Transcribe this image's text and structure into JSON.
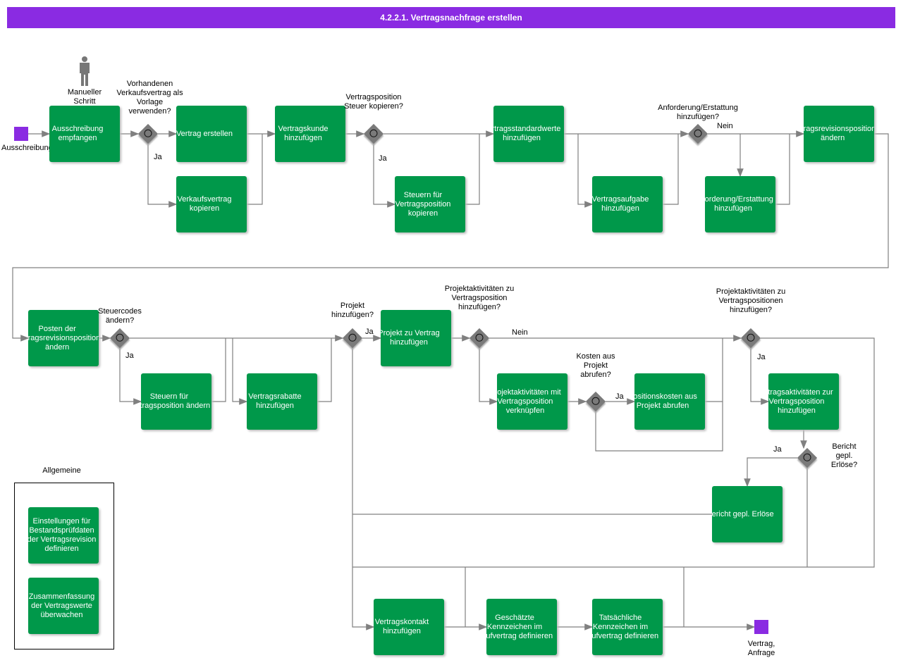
{
  "title": "4.2.2.1. Vertragsnachfrage erstellen",
  "events": {
    "start": "Ausschreibung",
    "end": "Vertrag, Anfrage"
  },
  "manual_step": "Manueller Schritt",
  "group_title": "Allgemeine Aktivitäten",
  "tasks": [
    "Ausschreibung empfangen",
    "Vertrag erstellen",
    "Verkaufsvertrag kopieren",
    "Vertragskunde hinzufügen",
    "Steuern für Vertragsposition kopieren",
    "Vertragsstandardwerte hinzufügen",
    "Vertragsaufgabe hinzufügen",
    "Anforderung/Erstattung hinzufügen",
    "Vertragsrevisionsposition ändern",
    "Posten der Vertragsrevisionsposition ändern",
    "Steuern für Vertragsposition ändern",
    "Vertragsrabatte hinzufügen",
    "Projekt zu Vertrag hinzufügen",
    "Projektaktivitäten mit Vertragsposition verknüpfen",
    "Positionskosten aus Projekt abrufen",
    "Ertragsaktivitäten zur Vertragsposition hinzufügen",
    "Bericht gepl. Erlöse",
    "Vertragskontakt hinzufügen",
    "Geschätzte Kennzeichen im Kaufvertrag definieren",
    "Tatsächliche Kennzeichen im Kaufvertrag definieren",
    "Einstellungen für Bestandsprüfdaten der Vertragsrevision definieren",
    "Zusammenfassung der Vertragswerte überwachen"
  ],
  "gateways": [
    "Vorhandenen Verkaufsvertrag als Vorlage verwenden?",
    "Vertragsposition Steuer kopieren?",
    "Anforderung/Erstattung hinzufügen?",
    "Steuercodes ändern?",
    "Projekt hinzufügen?",
    "Projektaktivitäten zu Vertragsposition hinzufügen?",
    "Kosten aus Projekt abrufen?",
    "Projektaktivitäten zu Vertragspositionen hinzufügen?",
    "Bericht gepl. Erlöse?"
  ],
  "flow_labels": {
    "yes": "Ja",
    "no": "Nein"
  }
}
